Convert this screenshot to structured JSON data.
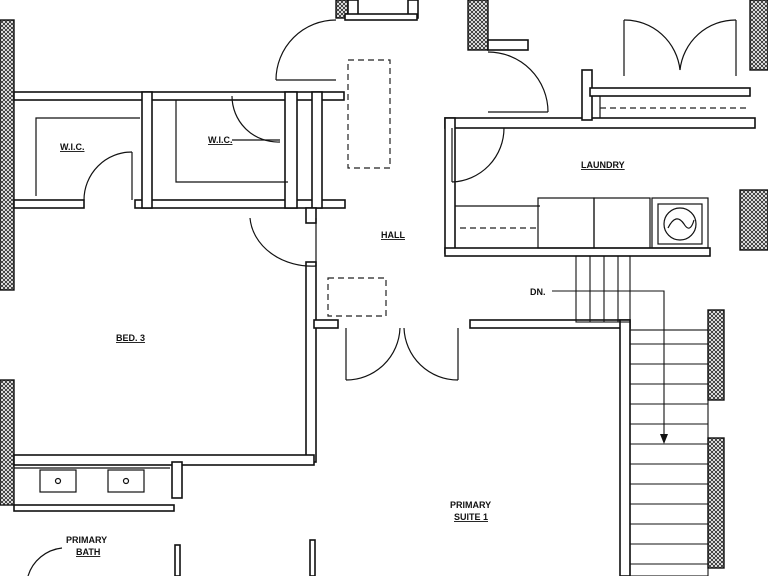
{
  "rooms": {
    "wic_left": "W.I.C.",
    "wic_right": "W.I.C.",
    "laundry": "LAUNDRY",
    "hall": "HALL",
    "bed3": "BED. 3",
    "dn": "DN.",
    "primary_suite_line1": "PRIMARY",
    "primary_suite_line2": "SUITE 1",
    "primary_bath_line1": "PRIMARY",
    "primary_bath_line2": "BATH"
  }
}
